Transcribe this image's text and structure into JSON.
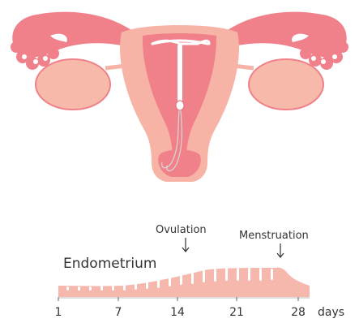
{
  "labels": {
    "ovulation": "Ovulation",
    "menstruation": "Menstruation",
    "endometrium": "Endometrium",
    "days_unit": "days"
  },
  "day_ticks": [
    "1",
    "7",
    "14",
    "21",
    "28"
  ],
  "icons": [
    "uterus-illustration",
    "iud-device",
    "down-arrow-icon"
  ],
  "colors": {
    "uterus_outer": "#f0818a",
    "uterus_inner": "#f6b3a6",
    "ovary": "#f6b9aa",
    "endometrium": "#f6b8ad",
    "iud": "#ffffff",
    "text": "#333333"
  }
}
